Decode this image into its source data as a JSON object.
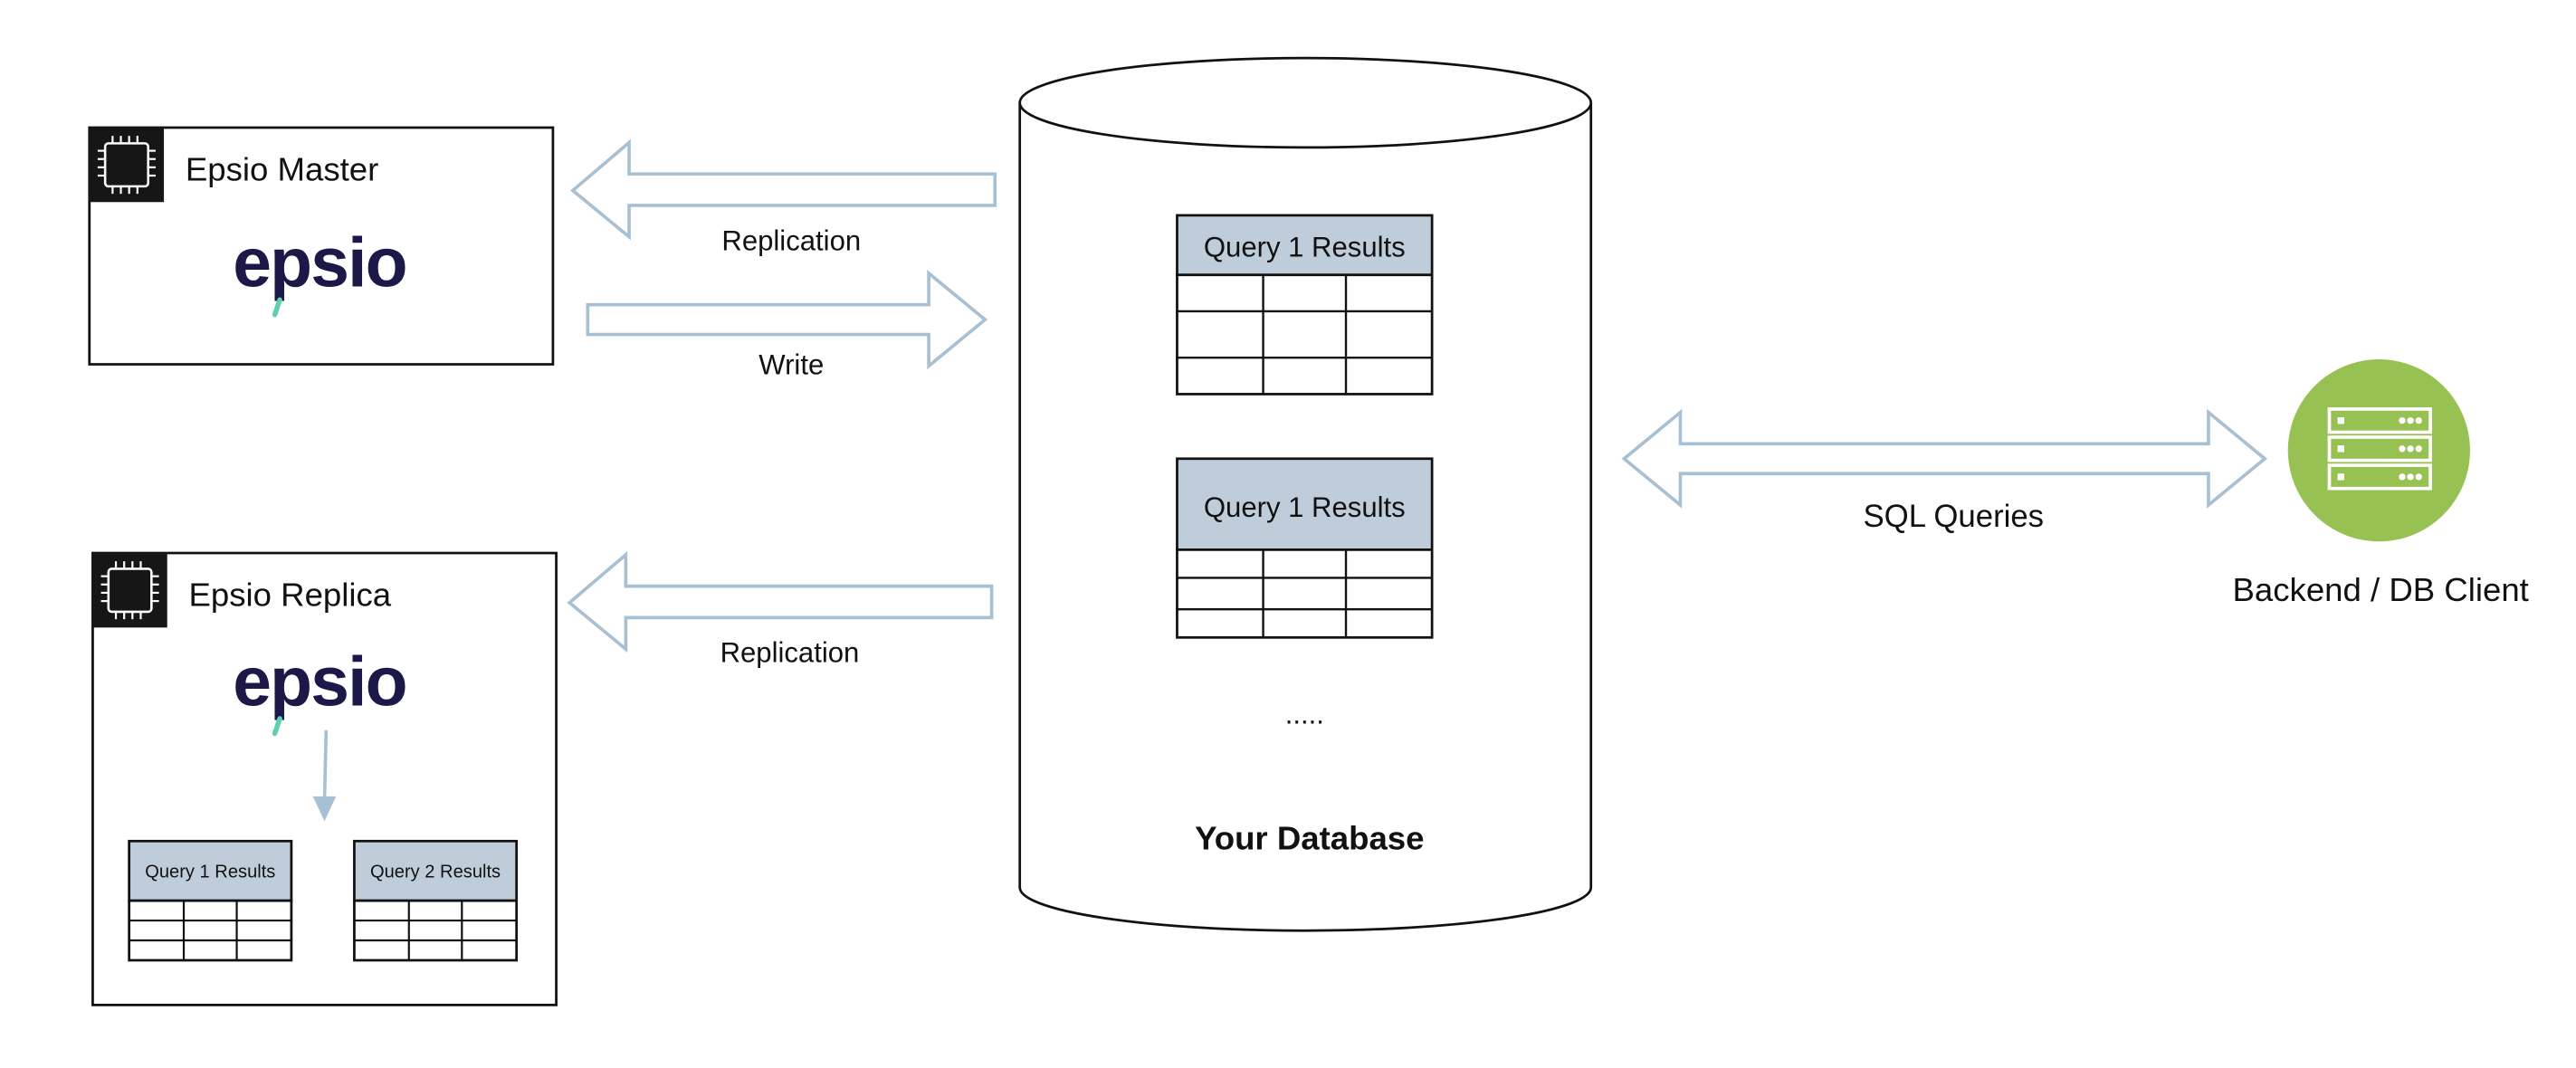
{
  "epsio_master": {
    "title": "Epsio Master",
    "logo_text": "epsio",
    "icon": "cpu-chip-icon"
  },
  "epsio_replica": {
    "title": "Epsio Replica",
    "logo_text": "epsio",
    "icon": "cpu-chip-icon",
    "tables": [
      {
        "title": "Query 1 Results"
      },
      {
        "title": "Query 2 Results"
      }
    ]
  },
  "database": {
    "title": "Your Database",
    "tables": [
      {
        "title": "Query 1 Results"
      },
      {
        "title": "Query 1 Results"
      }
    ],
    "ellipsis": "....."
  },
  "arrows": {
    "master_replication": "Replication",
    "master_write": "Write",
    "replica_replication": "Replication",
    "sql_queries": "SQL Queries"
  },
  "client": {
    "label": "Backend / DB Client",
    "icon": "server-icon"
  },
  "colors": {
    "arrow_stroke": "#a8c0d4",
    "table_header": "#bfcddb",
    "client_circle": "#98c153",
    "logo_text": "#1c1848",
    "logo_accent": "#5ecfb1"
  }
}
